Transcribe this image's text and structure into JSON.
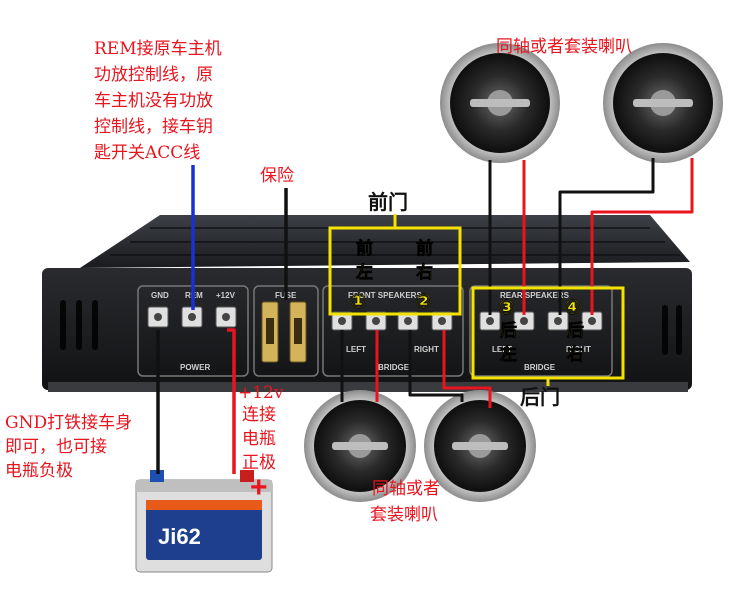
{
  "notes": {
    "rem": [
      "REM接原车主机",
      "功放控制线，原",
      "车主机没有功放",
      "控制线，接车钥",
      "匙开关ACC线"
    ],
    "gnd": [
      "GND打铁接车身",
      "即可，也可接",
      "电瓶负极"
    ],
    "plus12": [
      "+12v",
      "连接",
      "电瓶",
      "正极"
    ],
    "fuse": "保险",
    "speakers_top": "同轴或者套装喇叭",
    "speakers_bottom": [
      "同轴或者",
      "套装喇叭"
    ]
  },
  "labels": {
    "front_door": "前门",
    "rear_door": "后门",
    "front_left": [
      "前",
      "左"
    ],
    "front_right": [
      "前",
      "右"
    ],
    "rear_left": [
      "后",
      "左"
    ],
    "rear_right": [
      "后",
      "右"
    ],
    "n1": "①",
    "n2": "②",
    "n3": "③",
    "n4": "④",
    "plus": "+"
  },
  "amp_panel": {
    "gnd": "GND",
    "rem": "REM",
    "v12": "+12V",
    "power": "POWER",
    "fuse": "FUSE",
    "front_speakers": "FRONT SPEAKERS",
    "rear_speakers": "REAR SPEAKERS",
    "left": "LEFT",
    "right": "RIGHT",
    "bridge": "BRIDGE"
  },
  "battery": {
    "brand": "Ji62"
  },
  "colors": {
    "wire_red": "#e8141e",
    "wire_black": "#111111",
    "wire_blue": "#1830d8",
    "highlight_yellow": "#f4e200",
    "amp_body": "#222222"
  }
}
